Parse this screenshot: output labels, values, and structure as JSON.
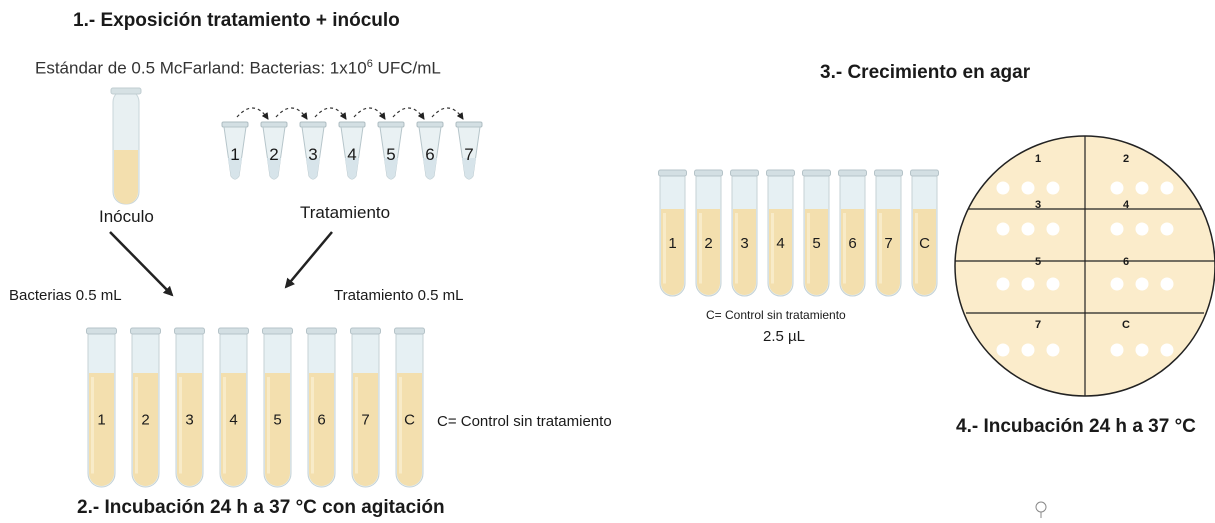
{
  "step1": {
    "title": "1.- Exposición tratamiento + inóculo",
    "standard_prefix": "Estándar de 0.5 McFarland: Bacterias: 1x10",
    "standard_exp": "6",
    "standard_suffix": " UFC/mL",
    "inoculo_label": "Inóculo",
    "tratamiento_label": "Tratamiento",
    "bacterias_volume": "Bacterias  0.5 mL",
    "tratamiento_volume": "Tratamiento  0.5 mL",
    "eppendorf_labels": [
      "1",
      "2",
      "3",
      "4",
      "5",
      "6",
      "7"
    ]
  },
  "step2": {
    "title": "2.- Incubación 24 h a 37 °C con agitación",
    "tube_labels": [
      "1",
      "2",
      "3",
      "4",
      "5",
      "6",
      "7",
      "C"
    ],
    "control_note": "C= Control sin tratamiento"
  },
  "step3": {
    "title": "3.- Crecimiento en agar",
    "tube_labels": [
      "1",
      "2",
      "3",
      "4",
      "5",
      "6",
      "7",
      "C"
    ],
    "control_note": "C= Control sin tratamiento",
    "volume": "2.5 µL",
    "plate_sections": [
      "1",
      "2",
      "3",
      "4",
      "5",
      "6",
      "7",
      "C"
    ]
  },
  "step4": {
    "title": "4.- Incubación 24 h a 37 °C"
  },
  "colors": {
    "liquid": "#f3dfae",
    "tube_glass": "#e6f0f3",
    "plate_agar": "#fbeccb",
    "dots": "#ffffff"
  }
}
